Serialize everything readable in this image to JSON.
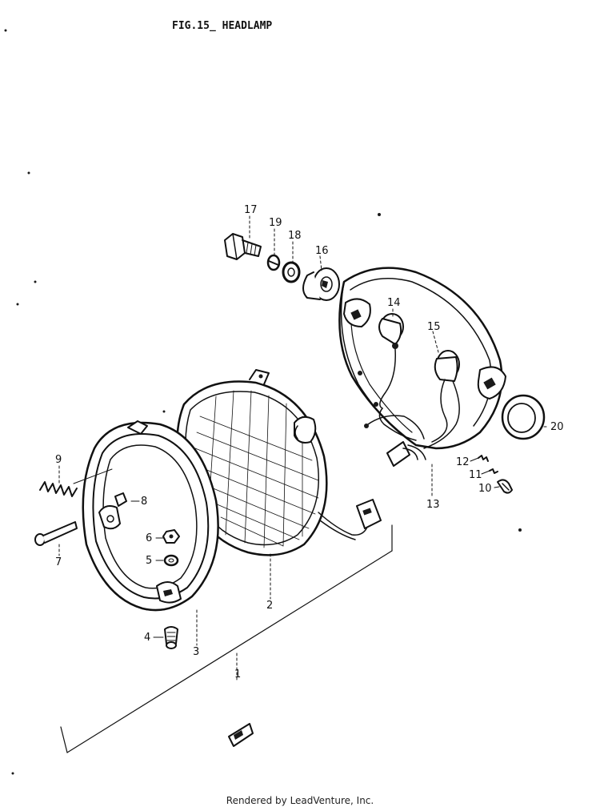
{
  "title": "FIG.15_ HEADLAMP",
  "footer": "Rendered by LeadVenture, Inc.",
  "callouts": {
    "c1": "1",
    "c2": "2",
    "c3": "3",
    "c4": "4",
    "c5": "5",
    "c6": "6",
    "c7": "7",
    "c8": "8",
    "c9": "9",
    "c10": "10",
    "c11": "11",
    "c12": "12",
    "c13": "13",
    "c14": "14",
    "c15": "15",
    "c16": "16",
    "c17": "17",
    "c18": "18",
    "c19": "19",
    "c20": "20"
  }
}
